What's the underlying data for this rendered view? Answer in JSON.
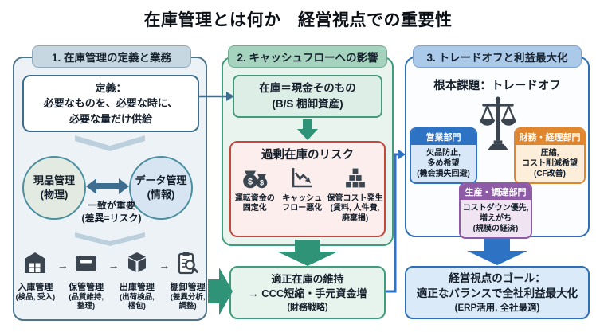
{
  "title": "在庫管理とは何か　経営視点での重要性",
  "columns": {
    "col1": {
      "tab": "1. 在庫管理の定義と業務",
      "definition": "定義：\n必要なものを、必要な時に、\n必要な量だけ供給",
      "physical_circle": "現品管理\n(物理)",
      "data_circle": "データ管理\n(情報)",
      "match_note": "一致が重要\n(差異=リスク)",
      "flow_arrow": "→",
      "ops": [
        {
          "icon": "warehouse-icon",
          "label": "入庫管理",
          "sub": "(検品, 受入)"
        },
        {
          "icon": "storage-shelf-icon",
          "label": "保管管理",
          "sub": "(品質維持,\n整理)"
        },
        {
          "icon": "package-box-icon",
          "label": "出庫管理",
          "sub": "(出荷検品,\n梱包)"
        },
        {
          "icon": "inventory-audit-icon",
          "label": "棚卸管理",
          "sub": "(差異分析,\n調整)"
        }
      ]
    },
    "col2": {
      "tab": "2. キャッシュフローへの影響",
      "cash_box": "在庫＝現金そのもの\n(B/S 棚卸資産)",
      "risk_title": "過剰在庫のリスク",
      "risks": [
        {
          "icon": "money-bags-icon",
          "label": "運転資金の\n固定化"
        },
        {
          "icon": "declining-chart-icon",
          "label": "キャッシュ\nフロー悪化"
        },
        {
          "icon": "stacked-boxes-icon",
          "label": "保管コスト発生\n(賃料, 人件費,\n廃棄損)"
        }
      ],
      "outcome_main": "適正在庫の維持\n→ CCC短縮・手元資金増",
      "outcome_sub": "(財務戦略)"
    },
    "col3": {
      "tab": "3. トレードオフと利益最大化",
      "core_issue": "根本課題：トレードオフ",
      "departments": [
        {
          "name": "営業部門",
          "body": "欠品防止,\n多め希望\n(機会損失回避)",
          "header_color": "#2e72c4",
          "body_color": "#d9e8f8"
        },
        {
          "name": "財務・経理部門",
          "body": "圧縮,\nコスト削減希望\n(CF改善)",
          "header_color": "#e0862f",
          "body_color": "#fdeeda"
        },
        {
          "name": "生産・調達部門",
          "body": "コストダウン優先,\n増えがち\n(規模の経済)",
          "header_color": "#8e5ba6",
          "body_color": "#f0e3f2"
        }
      ],
      "goal_main": "経営視点のゴール：\n適正なバランスで全社利益最大化",
      "goal_sub": "(ERP活用, 全社最適)"
    }
  },
  "colors": {
    "col1_accent": "#4f7388",
    "col2_accent": "#2e9377",
    "col3_accent": "#2e72c4",
    "risk_border": "#c4473a",
    "icon_dark": "#3a4550"
  }
}
